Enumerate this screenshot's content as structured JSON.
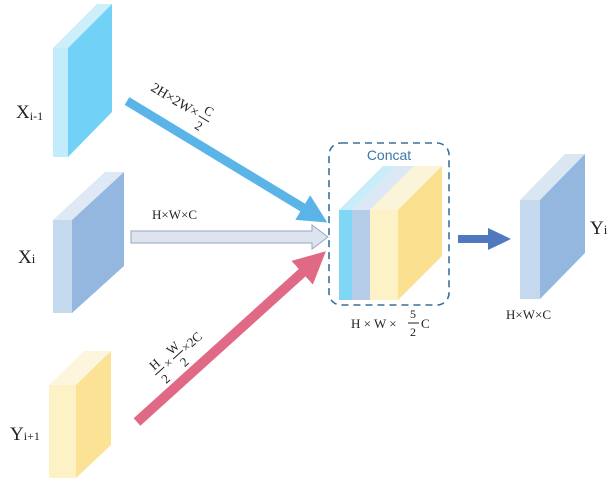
{
  "inputs": {
    "x_prev": {
      "label_main": "X",
      "label_sub": "i-1"
    },
    "x_cur": {
      "label_main": "X",
      "label_sub": "i"
    },
    "y_next": {
      "label_main": "Y",
      "label_sub": "i+1"
    }
  },
  "arrows": {
    "top": {
      "dims": "2H×2W×",
      "frac_num": "C",
      "frac_den": "2"
    },
    "middle": {
      "dims": "H×W×C"
    },
    "bottom": {
      "h_num": "H",
      "h_den": "2",
      "times1": "×",
      "w_num": "W",
      "w_den": "2",
      "rest": "×2C"
    }
  },
  "concat": {
    "title": "Concat",
    "dims_prefix": "H × W ×",
    "frac_num": "5",
    "frac_den": "2",
    "dims_suffix": "C"
  },
  "output": {
    "label_main": "Y",
    "label_sub": "i",
    "dims": "H×W×C"
  },
  "colors": {
    "cyan": "#7fd6f5",
    "steel": "#9dbde0",
    "cream": "#fdf2c9",
    "yellow": "#fbe08f",
    "arrow_blue": "#5ab4e8",
    "arrow_pink": "#e06a85",
    "arrow_gray": "#dde4ef",
    "arrow_dark": "#4f78be",
    "dash": "#3b6f9c"
  }
}
